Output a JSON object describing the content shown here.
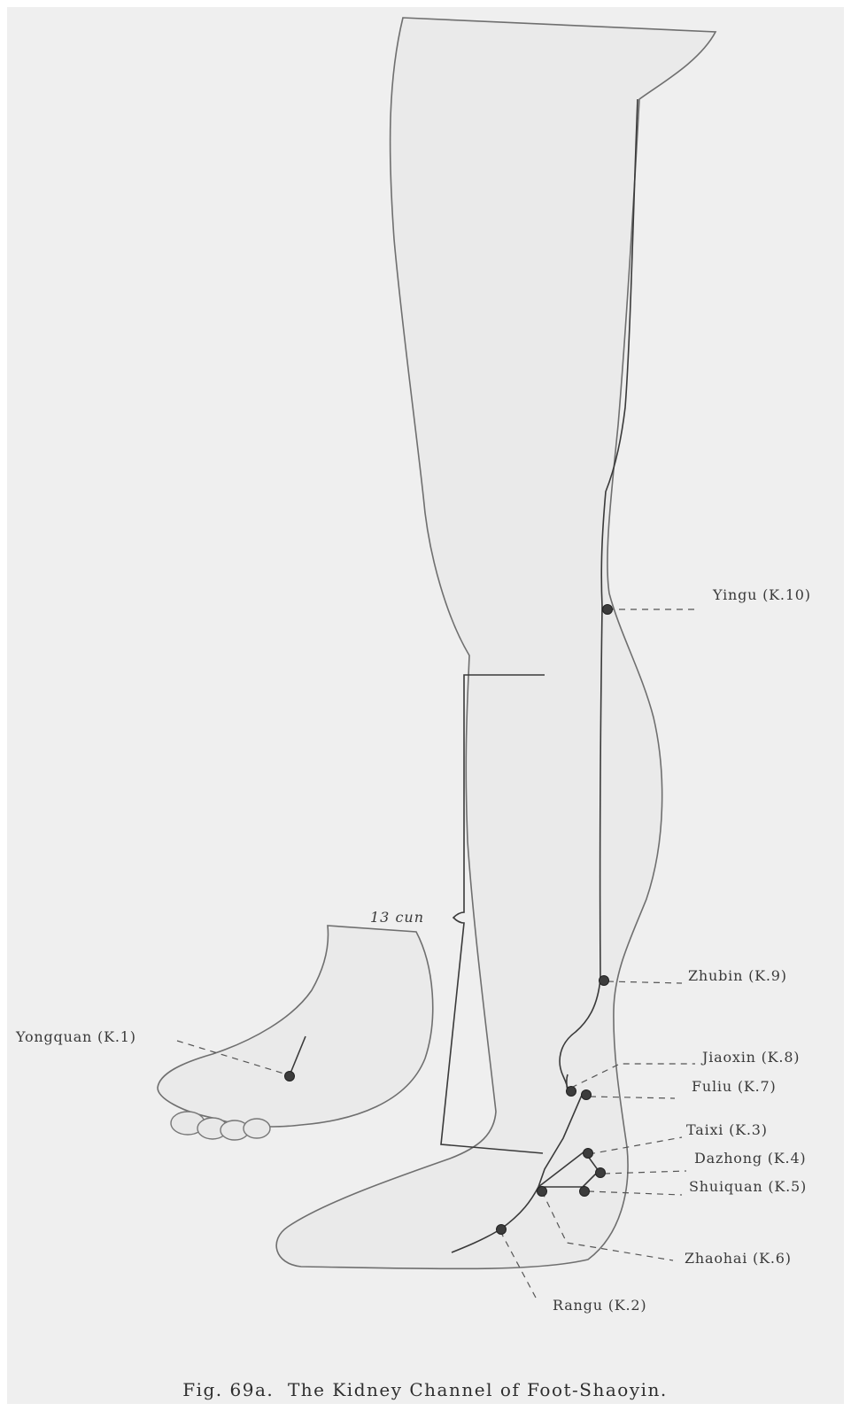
{
  "figure": {
    "caption": "Fig. 69a.  The Kidney Channel of Foot-Shaoyin.",
    "measurement_label": "13 cun"
  },
  "points": [
    {
      "id": "yingu",
      "label": "Yingu (K.10)"
    },
    {
      "id": "zhubin",
      "label": "Zhubin (K.9)"
    },
    {
      "id": "jiaoxin",
      "label": "Jiaoxin (K.8)"
    },
    {
      "id": "fuliu",
      "label": "Fuliu (K.7)"
    },
    {
      "id": "taixi",
      "label": "Taixi (K.3)"
    },
    {
      "id": "dazhong",
      "label": "Dazhong (K.4)"
    },
    {
      "id": "shuiquan",
      "label": "Shuiquan (K.5)"
    },
    {
      "id": "zhaohai",
      "label": "Zhaohai (K.6)"
    },
    {
      "id": "rangu",
      "label": "Rangu (K.2)"
    },
    {
      "id": "yongquan",
      "label": "Yongquan (K.1)"
    }
  ]
}
